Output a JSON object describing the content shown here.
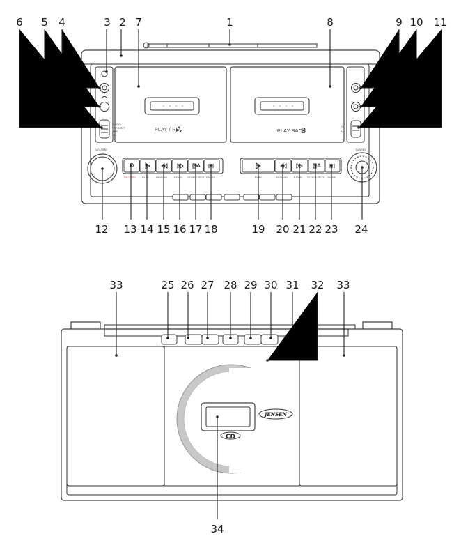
{
  "top_view": {
    "callouts": [
      "1",
      "2",
      "3",
      "4",
      "5",
      "6",
      "7",
      "8",
      "9",
      "10",
      "11",
      "12",
      "13",
      "14",
      "15",
      "16",
      "17",
      "18",
      "19",
      "20",
      "21",
      "22",
      "23",
      "24"
    ],
    "deck_a": {
      "label": "PLAY / REC",
      "letter": "A"
    },
    "deck_b": {
      "label": "PLAY BACK",
      "letter": "B"
    },
    "function_switch": [
      "RADIO",
      "TAPE/OFF",
      "AUX",
      "CD"
    ],
    "volume_label": "VOLUME",
    "tuning_label": "TUNING",
    "deck_a_buttons": [
      "RECORD",
      "PLAY",
      "REWIND",
      "F.FWD",
      "STOP/EJECT",
      "PAUSE"
    ],
    "deck_b_buttons": [
      "PLAY",
      "REWIND",
      "F.FWD",
      "STOP/EJECT",
      "PAUSE"
    ],
    "band_labels": [
      "FM",
      "AM"
    ]
  },
  "front_view": {
    "callouts": [
      "25",
      "26",
      "27",
      "28",
      "29",
      "30",
      "31",
      "32",
      "33",
      "33",
      "34"
    ],
    "brand": "JENSEN",
    "cd_logo": "CD"
  },
  "colors": {
    "line": "#333333",
    "accent_red": "#d9534f",
    "disc_ring": "#bbbbbb"
  }
}
